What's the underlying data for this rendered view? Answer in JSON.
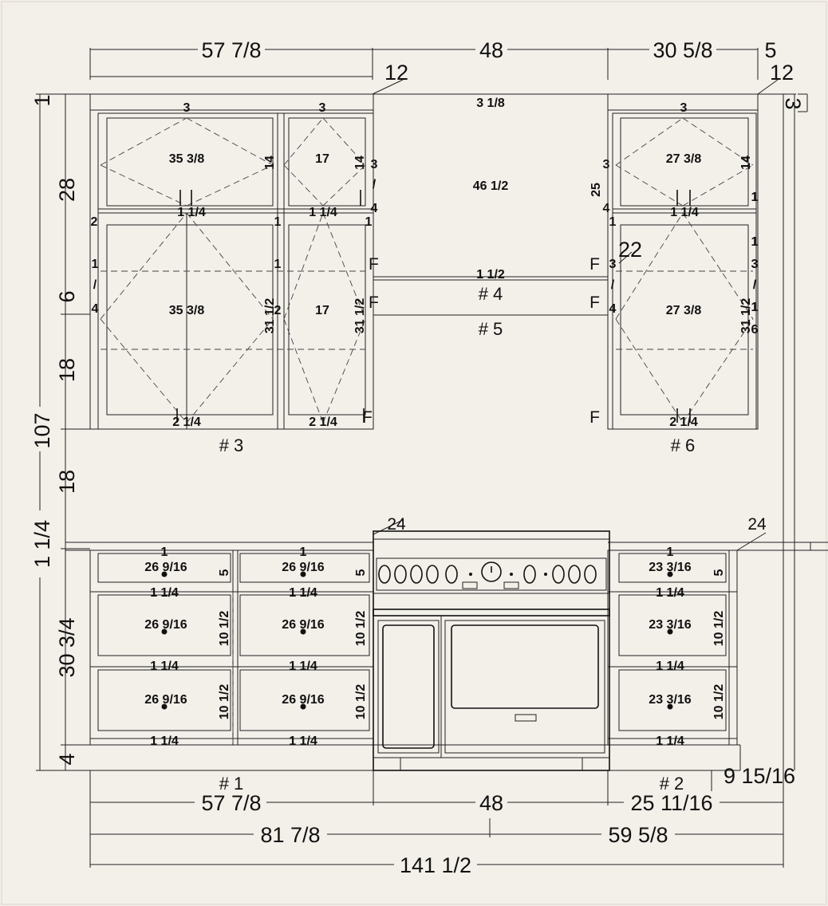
{
  "top_dims": {
    "left_width": "57 7/8",
    "center_width": "48",
    "right_width": "30 5/8",
    "right_gap": "5",
    "depth_left": "12",
    "depth_right": "12",
    "right_top": "3"
  },
  "left_dims": {
    "top": "1",
    "upper_top": "28",
    "upper_mid": "6",
    "upper_bot": "18",
    "overall": "107",
    "gap": "18",
    "counter": "1 1/4",
    "base": "30 3/4",
    "toe": "4"
  },
  "uppers": {
    "left_label": "# 3",
    "right_label": "# 6",
    "top_rail": "3",
    "left_glass_w": "35 3/8",
    "mid_glass_w": "17",
    "right_glass_w": "27 3/8",
    "glass_h": "14",
    "mid_rail": "1 1/4",
    "bot_rail": "2 1/4",
    "door_h": "31 1/2",
    "stile": "1",
    "side_a": "2",
    "side_b": "4",
    "side_c": "3",
    "slash": "/",
    "frac_16": "6",
    "filler": "F",
    "r25": "25",
    "left_lower_w": "35 3/8",
    "mid_lower_w": "17",
    "right_lower_w": "27 3/8"
  },
  "hood": {
    "top": "3 1/8",
    "width": "46 1/2",
    "rail": "1 1/2",
    "label4": "# 4",
    "label5": "# 5",
    "side_ref": "22"
  },
  "bases": {
    "left_label": "# 1",
    "right_label": "# 2",
    "drawer_w_left": "26 9/16",
    "drawer_w_right": "23 3/16",
    "drawer_top_h": "5",
    "drawer_h": "10 1/2",
    "rail": "1 1/4",
    "top_rail": "1",
    "depth_left": "24",
    "depth_right": "24"
  },
  "bottom_dims": {
    "left": "57 7/8",
    "center": "48",
    "right": "25 11/16",
    "right_extra": "9 15/16",
    "left_total": "81 7/8",
    "right_total": "59 5/8",
    "overall": "141 1/2"
  }
}
